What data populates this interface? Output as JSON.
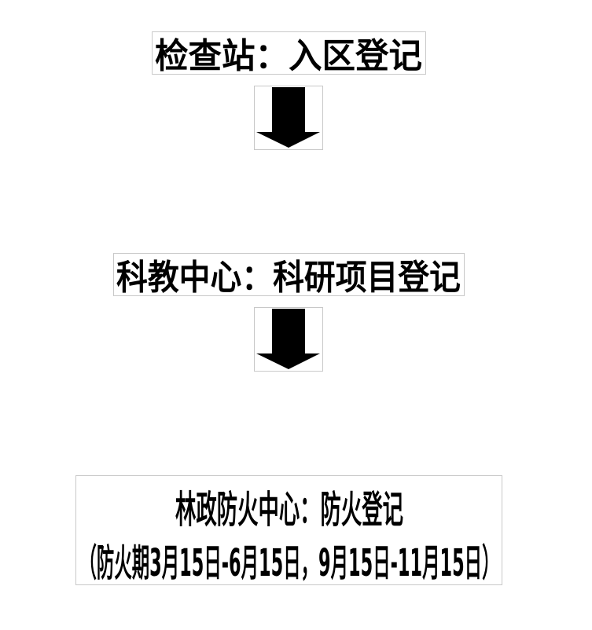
{
  "steps": [
    {
      "label": "检查站：入区登记"
    },
    {
      "label": "科教中心：科研项目登记"
    },
    {
      "label": "林政防火中心：防火登记",
      "sublabel": "（防火期3月15日-6月15日，9月15日-11月15日）"
    }
  ],
  "arrows": [
    {
      "icon": "down-arrow-icon"
    },
    {
      "icon": "down-arrow-icon"
    }
  ],
  "colors": {
    "text": "#000000",
    "border": "#c8c8c8",
    "arrow": "#000000"
  }
}
